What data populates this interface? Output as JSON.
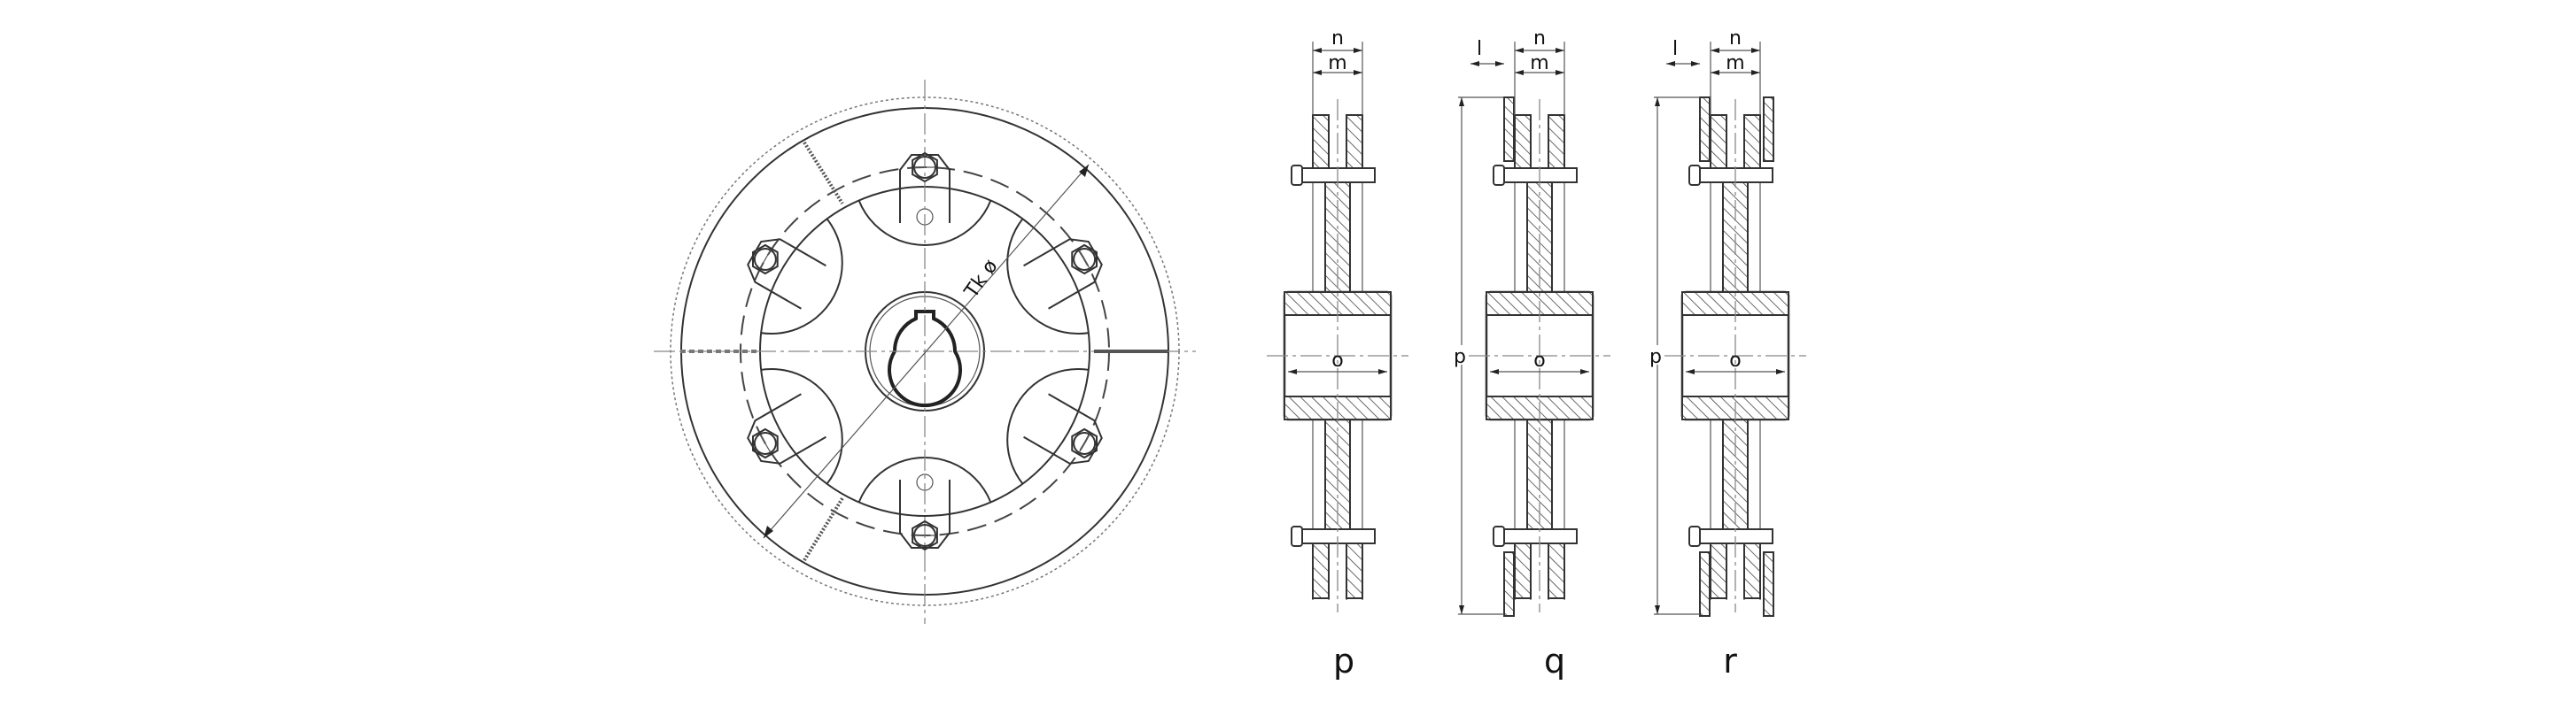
{
  "front_view": {
    "pitch_circle_label": "Tk ø"
  },
  "side_views": [
    {
      "id": "p",
      "caption": "p",
      "dims": {
        "n": "n",
        "m": "m",
        "o": "o"
      }
    },
    {
      "id": "q",
      "caption": "q",
      "dims": {
        "n": "n",
        "m": "m",
        "o": "o",
        "l": "l",
        "p": "p"
      }
    },
    {
      "id": "r",
      "caption": "r",
      "dims": {
        "n": "n",
        "m": "m",
        "o": "o",
        "l": "l",
        "p": "p"
      }
    }
  ]
}
